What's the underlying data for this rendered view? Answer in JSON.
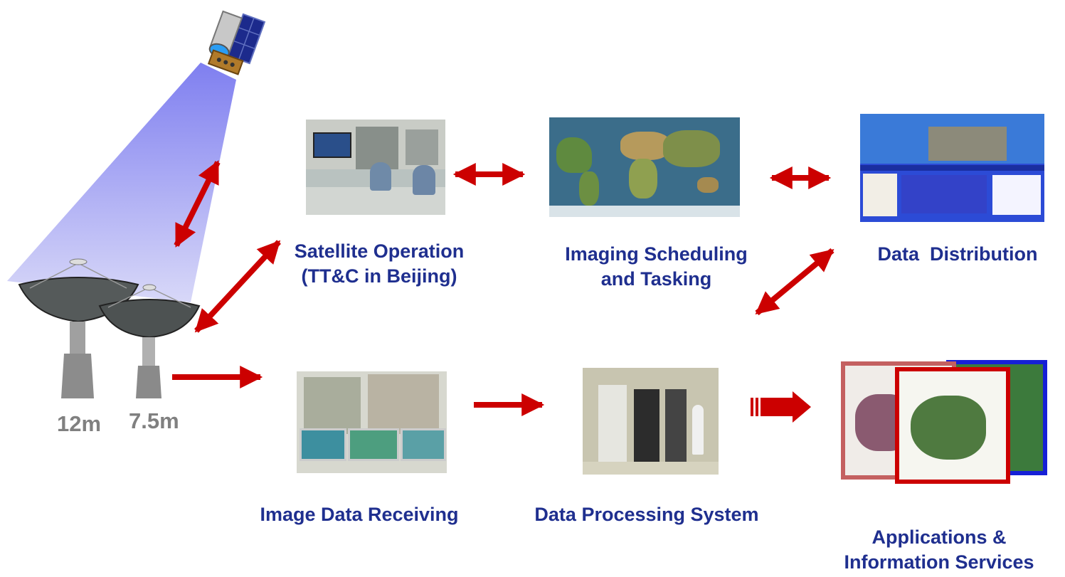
{
  "colors": {
    "arrow": "#cc0000",
    "label_text": "#1f2f8f",
    "antenna_label": "#808080",
    "beam": "#7f7ff0"
  },
  "antennas": {
    "large": "12m",
    "small": "7.5m"
  },
  "nodes": {
    "satellite_operation": {
      "line1": "Satellite Operation",
      "line2": "(TT&C in Beijing)"
    },
    "imaging_scheduling": {
      "line1": "Imaging Scheduling",
      "line2": "and Tasking"
    },
    "data_distribution": {
      "line1": "Data  Distribution"
    },
    "image_receiving": {
      "line1": "Image Data Receiving"
    },
    "data_processing": {
      "line1": "Data Processing System"
    },
    "applications": {
      "line1": "Applications &",
      "line2": "Information Services"
    }
  },
  "icons": [
    "satellite-icon",
    "antenna-dish-icon",
    "control-room-photo",
    "world-map-photo",
    "website-screenshot",
    "equipment-racks-photo",
    "server-room-photo",
    "map-products-photo"
  ]
}
